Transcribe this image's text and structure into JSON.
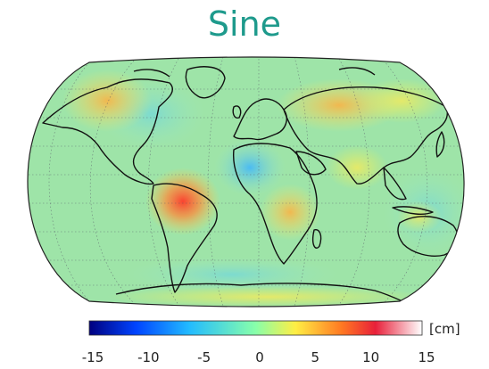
{
  "title": "Sine",
  "colorbar": {
    "unit": "[cm]",
    "range": [
      -15,
      15
    ],
    "ticks": [
      "-15",
      "-10",
      "-5",
      "0",
      "5",
      "10",
      "15"
    ],
    "colors": [
      "#00007f",
      "#0044ff",
      "#22bbff",
      "#88ffaa",
      "#ffee44",
      "#ff7722",
      "#e8203a",
      "#ffffff"
    ]
  },
  "map": {
    "projection": "robinson",
    "grid": true,
    "background_value": 0,
    "anomalies": [
      {
        "region": "amazon",
        "value": 11
      },
      {
        "region": "central-africa",
        "value": 4
      },
      {
        "region": "north-eurasia",
        "value": 5
      },
      {
        "region": "north-america",
        "value": 4
      },
      {
        "region": "north-atlantic",
        "value": -3
      },
      {
        "region": "southern-africa",
        "value": 2
      },
      {
        "region": "india",
        "value": 2
      }
    ]
  }
}
